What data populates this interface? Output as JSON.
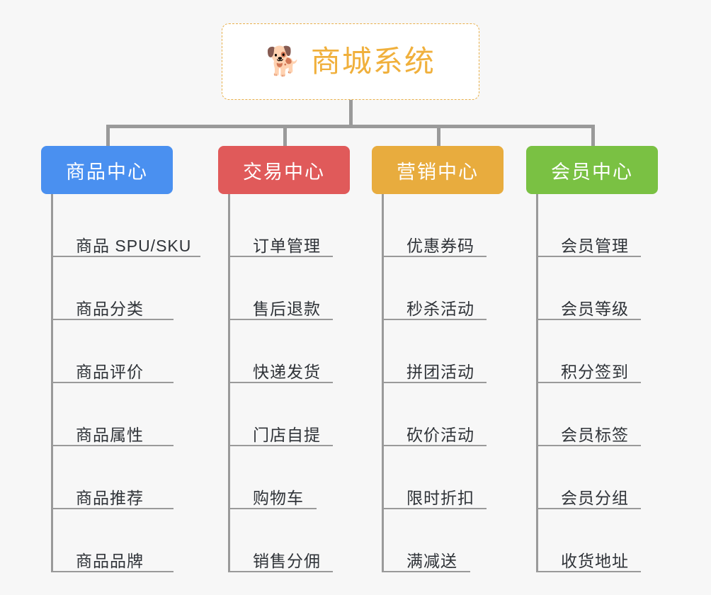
{
  "page": {
    "background_color": "#f7f7f7",
    "title": "商城系统"
  },
  "root": {
    "icon": "shiba-inu-dog-face-emoji",
    "emoji": "🐕",
    "label": "商城系统",
    "text_color": "#f0b03c",
    "border_color": "#e8b04b",
    "background_color": "#ffffff",
    "border_style": "dashed"
  },
  "connector": {
    "color": "#9a9a9a"
  },
  "branches": [
    {
      "id": "product-center",
      "label": "商品中心",
      "color": "#4a90f0",
      "items": [
        {
          "label": "商品 SPU/SKU",
          "width": "xl"
        },
        {
          "label": "商品分类",
          "width": "lg"
        },
        {
          "label": "商品评价",
          "width": "lg"
        },
        {
          "label": "商品属性",
          "width": "lg"
        },
        {
          "label": "商品推荐",
          "width": "lg"
        },
        {
          "label": "商品品牌",
          "width": "lg"
        }
      ]
    },
    {
      "id": "trade-center",
      "label": "交易中心",
      "color": "#e05a5a",
      "items": [
        {
          "label": "订单管理",
          "width": "md"
        },
        {
          "label": "售后退款",
          "width": "md"
        },
        {
          "label": "快递发货",
          "width": "md"
        },
        {
          "label": "门店自提",
          "width": "md"
        },
        {
          "label": "购物车",
          "width": "sm"
        },
        {
          "label": "销售分佣",
          "width": "md"
        }
      ]
    },
    {
      "id": "marketing-center",
      "label": "营销中心",
      "color": "#e8ac3e",
      "items": [
        {
          "label": "优惠券码",
          "width": "md"
        },
        {
          "label": "秒杀活动",
          "width": "md"
        },
        {
          "label": "拼团活动",
          "width": "md"
        },
        {
          "label": "砍价活动",
          "width": "md"
        },
        {
          "label": "限时折扣",
          "width": "md"
        },
        {
          "label": "满减送",
          "width": "sm"
        }
      ]
    },
    {
      "id": "member-center",
      "label": "会员中心",
      "color": "#7ac143",
      "items": [
        {
          "label": "会员管理",
          "width": "md"
        },
        {
          "label": "会员等级",
          "width": "md"
        },
        {
          "label": "积分签到",
          "width": "md"
        },
        {
          "label": "会员标签",
          "width": "md"
        },
        {
          "label": "会员分组",
          "width": "md"
        },
        {
          "label": "收货地址",
          "width": "md"
        }
      ]
    }
  ]
}
